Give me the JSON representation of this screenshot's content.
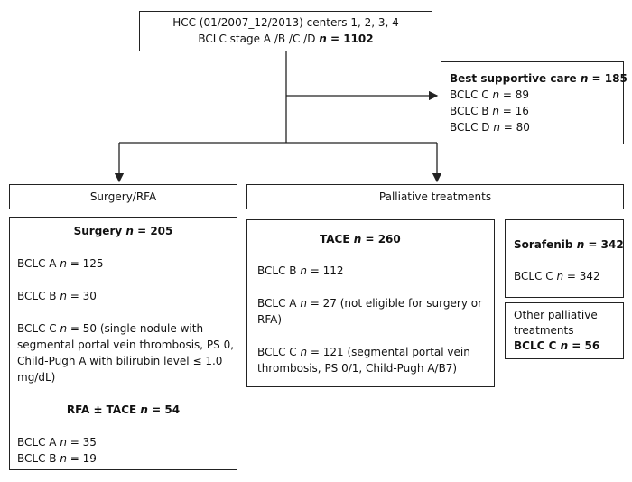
{
  "top": {
    "line1": "HCC (01/2007_12/2013) centers 1, 2, 3, 4",
    "line2_prefix": "BCLC stage A /B /C /D ",
    "line2_n": "n",
    "line2_value": " = 1102"
  },
  "bsc": {
    "title": "Best supportive care ",
    "title_n": "n",
    "title_value": " = 185",
    "rows": [
      {
        "label": "BCLC C ",
        "n": "n",
        "value": " = 89"
      },
      {
        "label": "BCLC B ",
        "n": "n",
        "value": " = 16"
      },
      {
        "label": "BCLC D ",
        "n": "n",
        "value": " = 80"
      }
    ]
  },
  "headers": {
    "left": "Surgery/RFA",
    "right": "Palliative treatments"
  },
  "surgery": {
    "title": "Surgery ",
    "title_n": "n",
    "title_value": " = 205",
    "a": {
      "label": "BCLC A ",
      "n": "n",
      "value": " = 125"
    },
    "b": {
      "label": "BCLC B ",
      "n": "n",
      "value": " = 30"
    },
    "c_label": "BCLC C ",
    "c_n": "n",
    "c_value": " = 50 (single nodule with",
    "c_line2": "segmental portal vein thrombosis, PS 0,",
    "c_line3": "Child-Pugh A with bilirubin level ≤ 1.0",
    "c_line4": "mg/dL)",
    "rfa_title": "RFA ± TACE ",
    "rfa_n": "n",
    "rfa_value": " = 54",
    "rfa_a": {
      "label": "BCLC A ",
      "n": "n",
      "value": " = 35"
    },
    "rfa_b": {
      "label": "BCLC B ",
      "n": "n",
      "value": " = 19"
    }
  },
  "tace": {
    "title": "TACE ",
    "title_n": "n",
    "title_value": " = 260",
    "b": {
      "label": "BCLC B ",
      "n": "n",
      "value": " = 112"
    },
    "a_label": "BCLC A ",
    "a_n": "n",
    "a_value": " = 27 (not eligible for surgery or",
    "a_line2": "RFA)",
    "c_label": "BCLC C ",
    "c_n": "n",
    "c_value": " = 121 (segmental portal vein",
    "c_line2": "thrombosis, PS 0/1, Child-Pugh A/B7)"
  },
  "sorafenib": {
    "title": "Sorafenib ",
    "title_n": "n",
    "title_value": " = 342",
    "c": {
      "label": "BCLC C ",
      "n": "n",
      "value": " = 342"
    }
  },
  "other": {
    "line1": "Other palliative",
    "line2": "treatments",
    "bold": "BCLC C ",
    "bold_n": "n",
    "bold_value": " = 56"
  }
}
